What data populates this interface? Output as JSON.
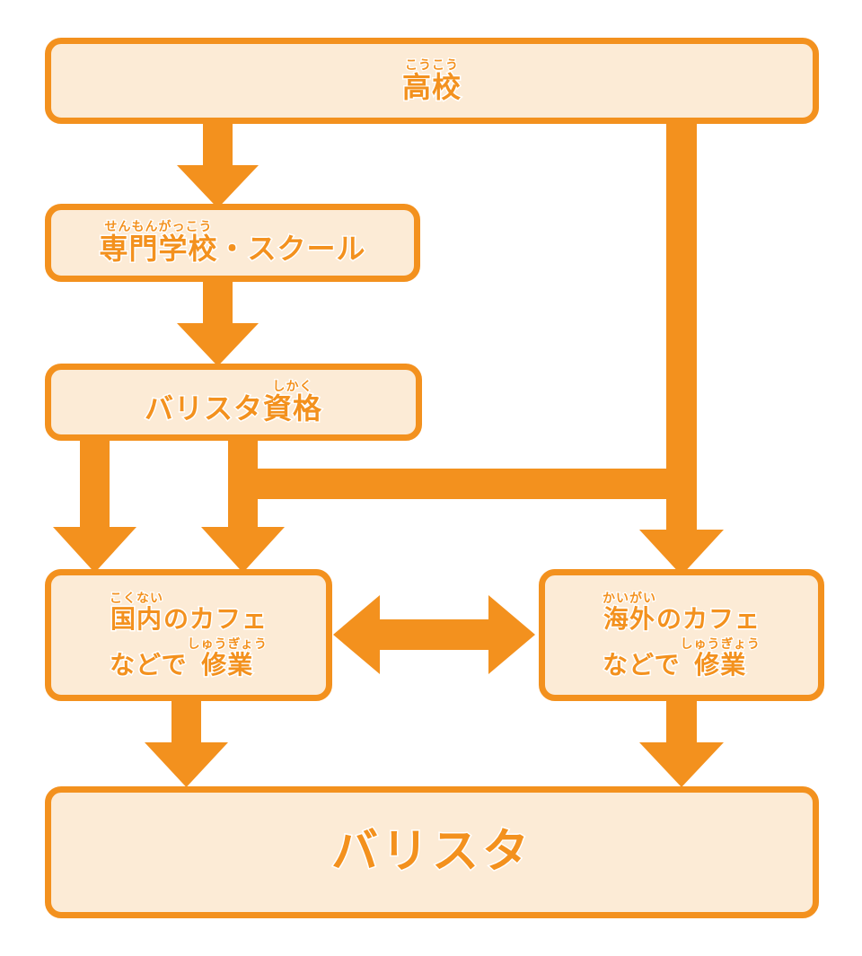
{
  "diagram": {
    "title": "barista-career-path-flowchart",
    "colors": {
      "accent": "#F3911E",
      "box_fill": "#FCEBD6",
      "text": "#F3911E",
      "text_outline": "#FFFFFF",
      "background": "#FFFFFF"
    },
    "nodes": [
      {
        "id": "koukou",
        "lines": [
          {
            "ruby": "こうこう",
            "base": "高校"
          }
        ]
      },
      {
        "id": "senmon",
        "lines": [
          {
            "ruby": "せんもんがっこう",
            "base": "専門学校"
          },
          {
            "ruby": "",
            "base": "・スクール"
          }
        ]
      },
      {
        "id": "shikaku",
        "lines": [
          {
            "ruby": "",
            "base": "バリスタ"
          },
          {
            "ruby": "しかく",
            "base": "資格"
          }
        ]
      },
      {
        "id": "kokunai",
        "lines": [
          {
            "ruby": "こくない",
            "base": "国内"
          },
          {
            "ruby": "",
            "base": "のカフェ"
          },
          {
            "ruby": "",
            "base": "などで"
          },
          {
            "ruby": "しゅうぎょう",
            "base": "修業"
          }
        ]
      },
      {
        "id": "kaigai",
        "lines": [
          {
            "ruby": "かいがい",
            "base": "海外"
          },
          {
            "ruby": "",
            "base": "のカフェ"
          },
          {
            "ruby": "",
            "base": "などで"
          },
          {
            "ruby": "しゅうぎょう",
            "base": "修業"
          }
        ]
      },
      {
        "id": "barista",
        "lines": [
          {
            "ruby": "",
            "base": "バリスタ"
          }
        ]
      }
    ],
    "node_text": {
      "koukou": {
        "ruby": "こうこう",
        "base": "高校"
      },
      "senmon": {
        "ruby": "せんもんがっこう",
        "base": "専門学校",
        "tail": "・スクール"
      },
      "shikaku": {
        "head": "バリスタ",
        "ruby": "しかく",
        "base": "資格"
      },
      "kokunai": {
        "line1_ruby": "こくない",
        "line1_base": "国内",
        "line1_tail": "のカフェ",
        "line2_head": "などで",
        "line2_ruby": "しゅうぎょう",
        "line2_base": "修業"
      },
      "kaigai": {
        "line1_ruby": "かいがい",
        "line1_base": "海外",
        "line1_tail": "のカフェ",
        "line2_head": "などで",
        "line2_ruby": "しゅうぎょう",
        "line2_base": "修業"
      },
      "barista": {
        "base": "バリスタ"
      }
    },
    "edges": [
      {
        "id": "koukou-to-senmon",
        "from": "koukou",
        "to": "senmon",
        "kind": "straight-down",
        "label": ""
      },
      {
        "id": "koukou-to-kaigai",
        "from": "koukou",
        "to": "kaigai",
        "kind": "straight-down",
        "label": ""
      },
      {
        "id": "senmon-to-shikaku",
        "from": "senmon",
        "to": "shikaku",
        "kind": "straight-down",
        "label": ""
      },
      {
        "id": "shikaku-to-kokunai-left",
        "from": "shikaku",
        "to": "kokunai",
        "kind": "straight-down",
        "label": ""
      },
      {
        "id": "shikaku-to-kokunai-right",
        "from": "shikaku",
        "to": "kokunai",
        "kind": "elbow-down",
        "label": ""
      },
      {
        "id": "shikaku-to-kaigai",
        "from": "shikaku",
        "to": "kaigai",
        "kind": "elbow-right-down",
        "label": ""
      },
      {
        "id": "kokunai-kaigai",
        "from": "kokunai",
        "to": "kaigai",
        "kind": "bidirectional-horizontal",
        "label": ""
      },
      {
        "id": "kokunai-to-barista",
        "from": "kokunai",
        "to": "barista",
        "kind": "straight-down",
        "label": ""
      },
      {
        "id": "kaigai-to-barista",
        "from": "kaigai",
        "to": "barista",
        "kind": "straight-down",
        "label": ""
      }
    ]
  }
}
